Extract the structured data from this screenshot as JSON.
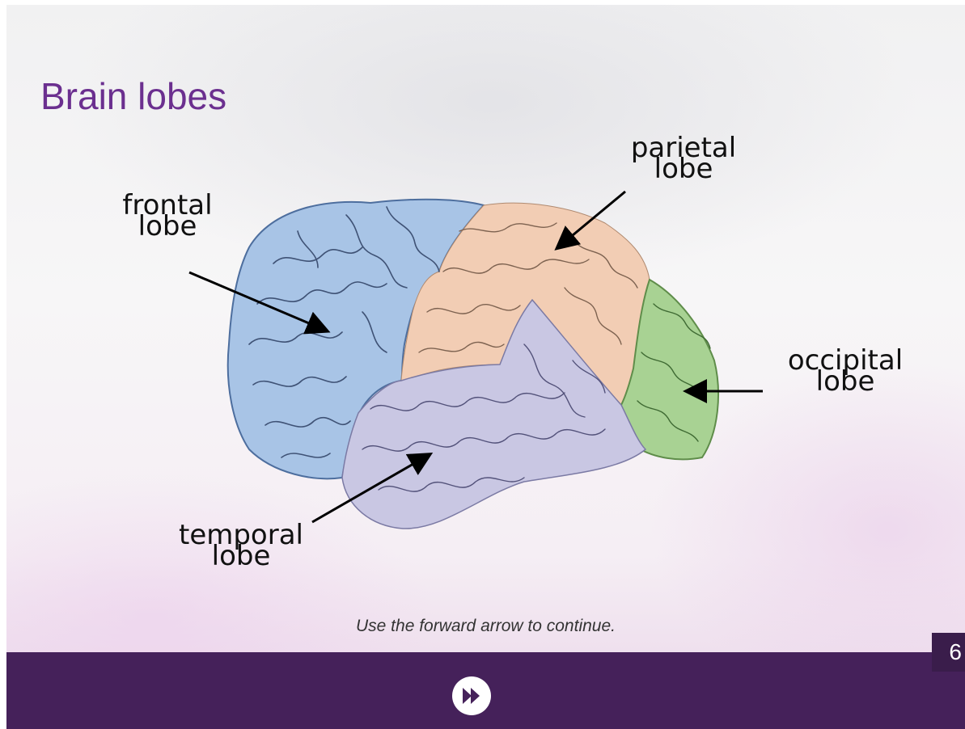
{
  "slide": {
    "title": "Brain lobes",
    "hint": "Use the forward arrow to continue.",
    "page_number": "6"
  },
  "labels": {
    "frontal": {
      "line1": "frontal",
      "line2": "lobe"
    },
    "parietal": {
      "line1": "parietal",
      "line2": "lobe"
    },
    "occipital": {
      "line1": "occipital",
      "line2": "lobe"
    },
    "temporal": {
      "line1": "temporal",
      "line2": "lobe"
    }
  },
  "colors": {
    "title": "#6b2f8f",
    "footer": "#45215a",
    "frontal": "#a8c4e6",
    "parietal": "#f2cdb4",
    "occipital": "#a8d293",
    "temporal": "#c9c7e3"
  },
  "footer": {
    "next_icon": "fast-forward-circle-icon"
  }
}
